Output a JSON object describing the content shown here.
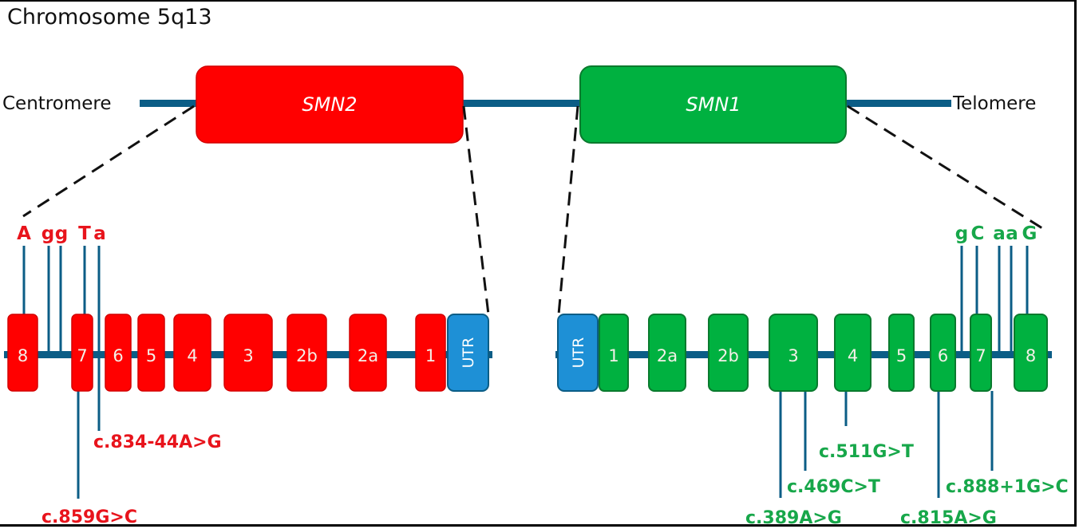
{
  "title": "Chromosome 5q13",
  "chromosome": {
    "left_label": "Centromere",
    "right_label": "Telomere",
    "backbone_color": "#0b5d86"
  },
  "colors": {
    "smn2": "#ff0000",
    "smn2_border": "#d40000",
    "smn1": "#00b140",
    "smn1_border": "#0a7a2e",
    "utr": "#1e90d6",
    "utr_border": "#0b5d86",
    "connector": "#0b5d86",
    "dash": "#111111",
    "smn2_text": "#e8141c",
    "smn1_text": "#17a74a"
  },
  "genes": [
    {
      "id": "smn2",
      "label": "SMN2"
    },
    {
      "id": "smn1",
      "label": "SMN1"
    }
  ],
  "smn2": {
    "exons": [
      "8",
      "7",
      "6",
      "5",
      "4",
      "3",
      "2b",
      "2a",
      "1"
    ],
    "utr_label": "UTR",
    "sequence_letters": [
      "A",
      "g",
      "g",
      "T",
      "a"
    ],
    "variants": [
      "c.834-44A>G",
      "c.859G>C"
    ]
  },
  "smn1": {
    "utr_label": "UTR",
    "exons": [
      "1",
      "2a",
      "2b",
      "3",
      "4",
      "5",
      "6",
      "7",
      "8"
    ],
    "sequence_letters": [
      "g",
      "C",
      "a",
      "a",
      "G"
    ],
    "variants": [
      "c.511G>T",
      "c.469C>T",
      "c.389A>G",
      "c.888+1G>C",
      "c.815A>G"
    ]
  }
}
